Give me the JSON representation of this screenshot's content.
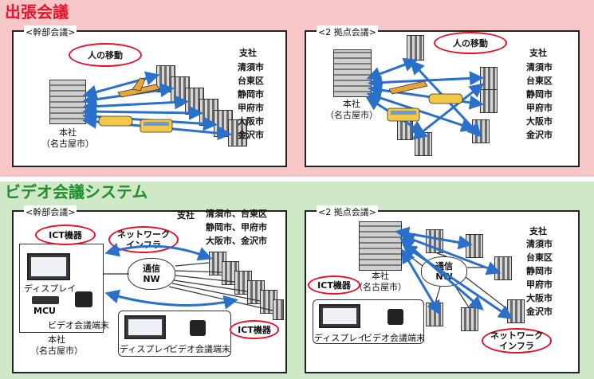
{
  "top": {
    "title": "出張会議",
    "left_panel": {
      "label": "<幹部会議>",
      "hq": {
        "line1": "本社",
        "line2": "（名古屋市）"
      },
      "branch_label": "支社",
      "branches": [
        "清須市",
        "台東区",
        "静岡市",
        "甲府市",
        "大阪市",
        "金沢市"
      ],
      "cloud": "人の移動"
    },
    "right_panel": {
      "label": "<2 拠点会議>",
      "hq": {
        "line1": "本社",
        "line2": "（名古屋市）"
      },
      "branch_label": "支社",
      "branches": [
        "清須市",
        "台東区",
        "静岡市",
        "甲府市",
        "大阪市",
        "金沢市"
      ],
      "cloud": "人の移動"
    }
  },
  "bottom": {
    "title": "ビデオ会議システム",
    "left_panel": {
      "label": "<幹部会議>",
      "branch_label": "支社",
      "branches": [
        "清須市、台東区",
        "静岡市、甲府市",
        "大阪市、金沢市"
      ],
      "ict_cloud": "ICT機器",
      "network_cloud": {
        "line1": "ネットワーク",
        "line2": "インフラ"
      },
      "nw": {
        "line1": "通信",
        "line2": "NW"
      },
      "hq": {
        "line1": "本社",
        "line2": "（名古屋市）"
      },
      "display": "ディスプレイ",
      "mcu": "MCU",
      "terminal": "ビデオ会議端末",
      "branch_display": "ディスプレイ",
      "branch_terminal": "ビデオ会議端末",
      "branch_ict": "ICT機器"
    },
    "right_panel": {
      "label": "<2 拠点会議>",
      "branch_label": "支社",
      "branches": [
        "清須市",
        "台東区",
        "静岡市",
        "甲府市",
        "大阪市",
        "金沢市"
      ],
      "ict_cloud": "ICT機器",
      "nw": {
        "line1": "通信",
        "line2": "NW"
      },
      "hq": {
        "line1": "本社",
        "line2": "（名古屋市）"
      },
      "display": "ディスプレイ",
      "terminal": "ビデオ会議端末",
      "network_cloud": {
        "line1": "ネットワーク",
        "line2": "インフラ"
      }
    }
  },
  "colors": {
    "top_band": "#f7c6c6",
    "bottom_band": "#cfe8c8",
    "top_title": "#e8162b",
    "bottom_title": "#1f8e2b",
    "arrow": "#2a6fc9",
    "cloud_border": "#e0132b"
  }
}
